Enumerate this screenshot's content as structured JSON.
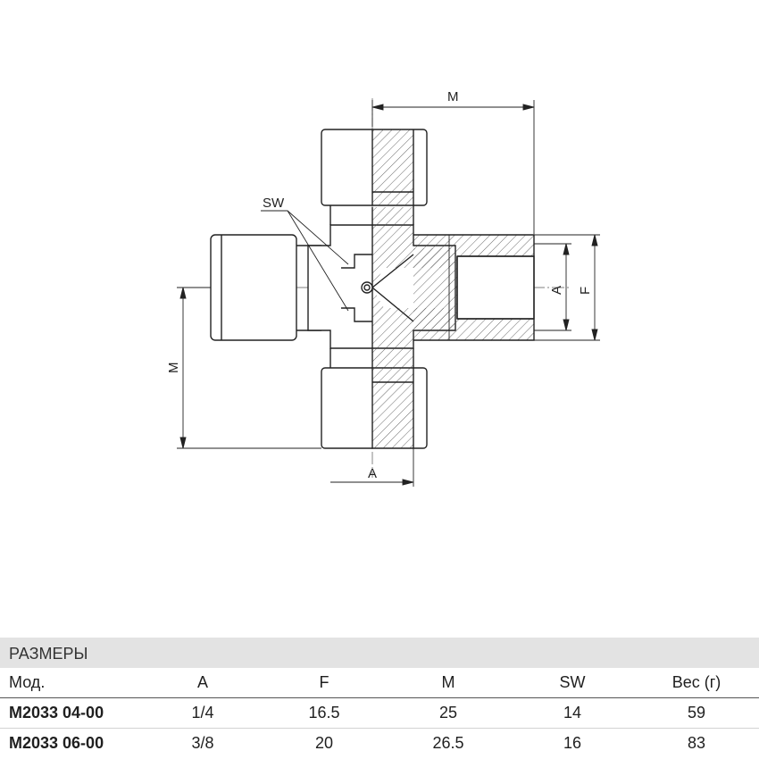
{
  "drawing": {
    "labels": {
      "m_top": "M",
      "m_left": "M",
      "a_bottom": "A",
      "a_right": "A",
      "f_right": "F",
      "sw": "SW"
    }
  },
  "table": {
    "title": "РАЗМЕРЫ",
    "headers": [
      "Мод.",
      "A",
      "F",
      "M",
      "SW",
      "Вес (г)"
    ],
    "rows": [
      [
        "M2033 04-00",
        "1/4",
        "16.5",
        "25",
        "14",
        "59"
      ],
      [
        "M2033 06-00",
        "3/8",
        "20",
        "26.5",
        "16",
        "83"
      ]
    ]
  }
}
